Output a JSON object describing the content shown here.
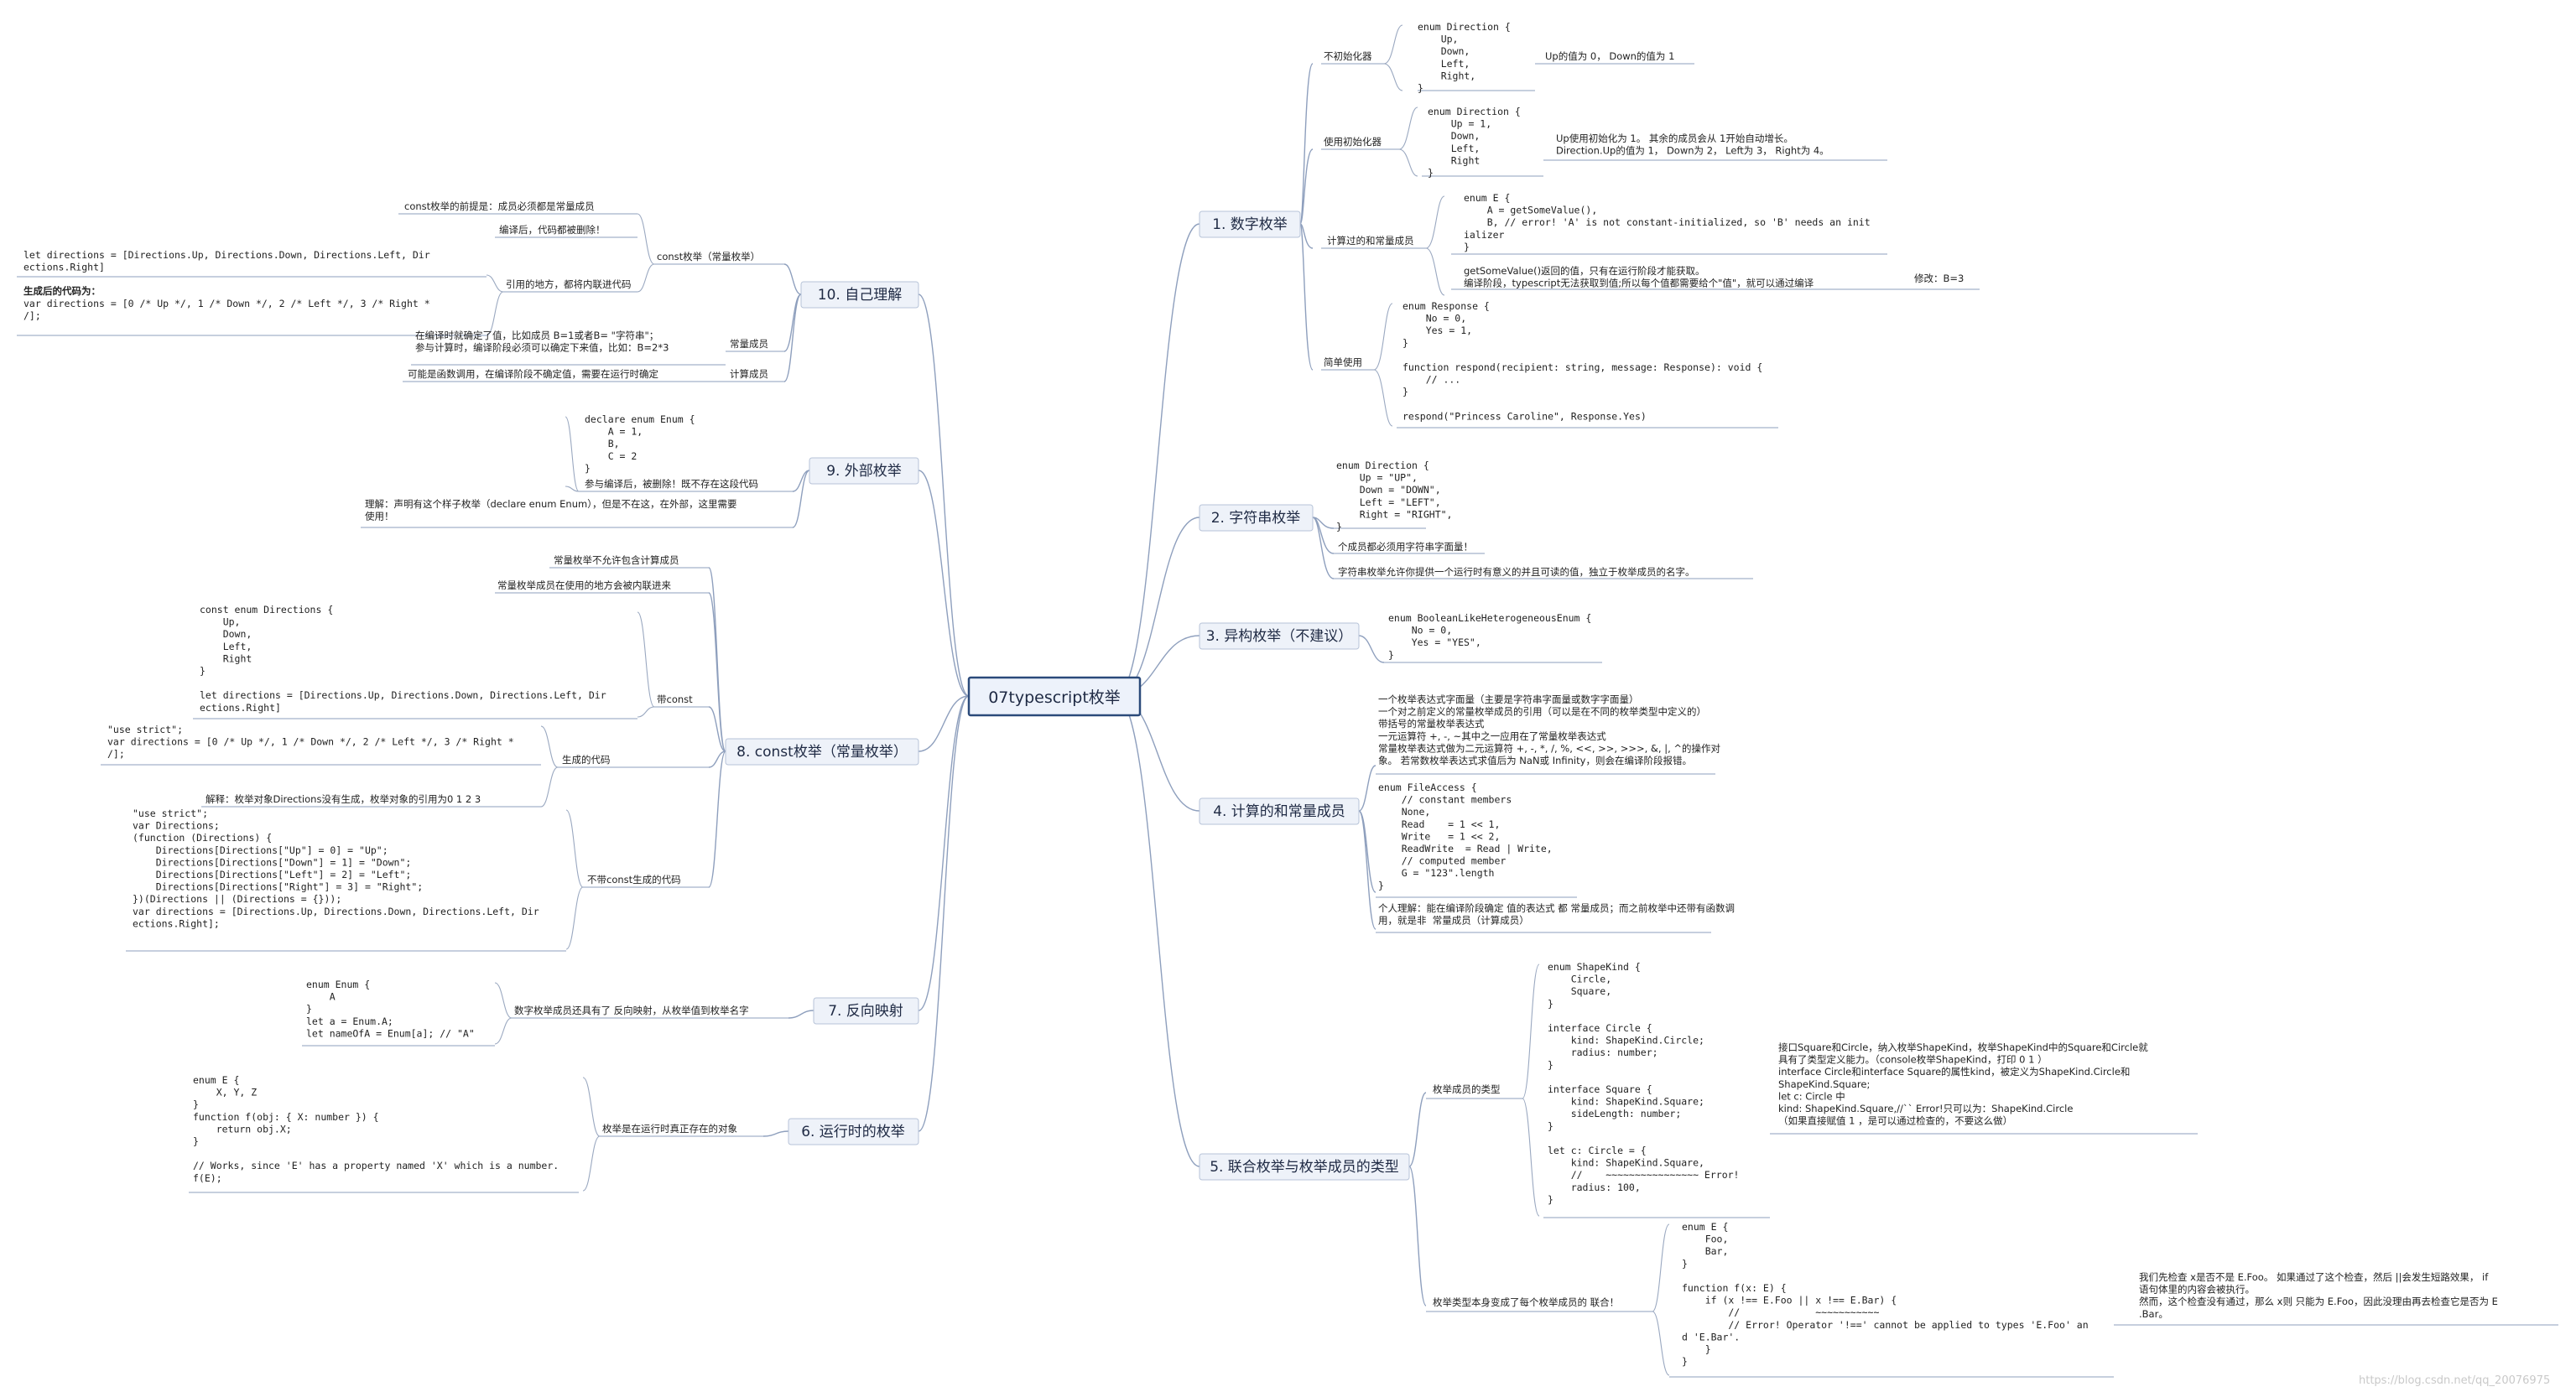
{
  "root": "07typescript枚举",
  "topics": {
    "t1": "1. 数字枚举",
    "t2": "2. 字符串枚举",
    "t3": "3. 异构枚举（不建议）",
    "t4": "4. 计算的和常量成员",
    "t5": "5. 联合枚举与枚举成员的类型",
    "t6": "6. 运行时的枚举",
    "t7": "7. 反向映射",
    "t8": "8. const枚举（常量枚举）",
    "t9": "9. 外部枚举",
    "t10": "10. 自己理解"
  },
  "t1": {
    "a_label": "不初始化器",
    "a_code": [
      "enum Direction {",
      "    Up,",
      "    Down,",
      "    Left,",
      "    Right,",
      "}"
    ],
    "a_note": "Up的值为 0， Down的值为 1",
    "b_label": "使用初始化器",
    "b_code": [
      "enum Direction {",
      "    Up = 1,",
      "    Down,",
      "    Left,",
      "    Right",
      "}"
    ],
    "b_note": [
      "Up使用初始化为 1。 其余的成员会从 1开始自动增长。",
      "Direction.Up的值为 1， Down为 2， Left为 3， Right为 4。"
    ],
    "c_label": "计算过的和常量成员",
    "c_code": [
      "enum E {",
      "    A = getSomeValue(),",
      "    B, // error! 'A' is not constant-initialized, so 'B' needs an init",
      "ializer",
      "}"
    ],
    "c_note": [
      "getSomeValue()返回的值，只有在运行阶段才能获取。",
      "编译阶段，typescript无法获取到值;所以每个值都需要给个\"值\"，就可以通过编译"
    ],
    "c_tip": "修改：B=3",
    "d_label": "简单使用",
    "d_code": [
      "enum Response {",
      "    No = 0,",
      "    Yes = 1,",
      "}",
      "",
      "function respond(recipient: string, message: Response): void {",
      "    // ...",
      "}",
      "",
      "respond(\"Princess Caroline\", Response.Yes)"
    ]
  },
  "t2": {
    "code": [
      "enum Direction {",
      "    Up = \"UP\",",
      "    Down = \"DOWN\",",
      "    Left = \"LEFT\",",
      "    Right = \"RIGHT\",",
      "}"
    ],
    "n1": "个成员都必须用字符串字面量！",
    "n2": "字符串枚举允许你提供一个运行时有意义的并且可读的值，独立于枚举成员的名字。"
  },
  "t3": {
    "code": [
      "enum BooleanLikeHeterogeneousEnum {",
      "    No = 0,",
      "    Yes = \"YES\",",
      "}"
    ]
  },
  "t4": {
    "n1": [
      "一个枚举表达式字面量（主要是字符串字面量或数字字面量）",
      "一个对之前定义的常量枚举成员的引用（可以是在不同的枚举类型中定义的）",
      "带括号的常量枚举表达式",
      "一元运算符 +, -, ~其中之一应用在了常量枚举表达式",
      "常量枚举表达式做为二元运算符 +, -, *, /, %, <<, >>, >>>, &, |, ^的操作对",
      "象。 若常数枚举表达式求值后为 NaN或 Infinity，则会在编译阶段报错。"
    ],
    "code": [
      "enum FileAccess {",
      "    // constant members",
      "    None,",
      "    Read    = 1 << 1,",
      "    Write   = 1 << 2,",
      "    ReadWrite  = Read | Write,",
      "    // computed member",
      "    G = \"123\".length",
      "}"
    ],
    "n2": [
      "个人理解：能在编译阶段确定 值的表达式 都 常量成员；而之前枚举中还带有函数调",
      "用，就是非  常量成员（计算成员）"
    ]
  },
  "t5": {
    "a_label": "枚举成员的类型",
    "a_code": [
      "enum ShapeKind {",
      "    Circle,",
      "    Square,",
      "}",
      "",
      "interface Circle {",
      "    kind: ShapeKind.Circle;",
      "    radius: number;",
      "}",
      "",
      "interface Square {",
      "    kind: ShapeKind.Square;",
      "    sideLength: number;",
      "}",
      "",
      "let c: Circle = {",
      "    kind: ShapeKind.Square,",
      "    //    ~~~~~~~~~~~~~~~~ Error!",
      "    radius: 100,",
      "}"
    ],
    "a_note": [
      "接口Square和Circle，纳入枚举ShapeKind，枚举ShapeKind中的Square和Circle就",
      "具有了类型定义能力。（console枚举ShapeKind，打印 0 1 ）",
      "interface Circle和interface Square的属性kind，被定义为ShapeKind.Circle和",
      "ShapeKind.Square;",
      "let c: Circle 中",
      "kind: ShapeKind.Square,//`` Error!只可以为：ShapeKind.Circle",
      "（如果直接赋值 1 ，是可以通过检查的，不要这么做）"
    ],
    "b_label": "枚举类型本身变成了每个枚举成员的 联合！",
    "b_code": [
      "enum E {",
      "    Foo,",
      "    Bar,",
      "}",
      "",
      "function f(x: E) {",
      "    if (x !== E.Foo || x !== E.Bar) {",
      "        //             ~~~~~~~~~~~",
      "        // Error! Operator '!==' cannot be applied to types 'E.Foo' an",
      "d 'E.Bar'.",
      "    }",
      "}"
    ],
    "b_note": [
      "我们先检查 x是否不是 E.Foo。 如果通过了这个检查，然后 ||会发生短路效果， if",
      "语句体里的内容会被执行。",
      "然而，这个检查没有通过，那么 x则 只能为 E.Foo，因此没理由再去检查它是否为 E",
      ".Bar。"
    ]
  },
  "t6": {
    "label": "枚举是在运行时真正存在的对象",
    "code": [
      "enum E {",
      "    X, Y, Z",
      "}",
      "function f(obj: { X: number }) {",
      "    return obj.X;",
      "}",
      "",
      "// Works, since 'E' has a property named 'X' which is a number.",
      "f(E);"
    ]
  },
  "t7": {
    "label": "数字枚举成员还具有了 反向映射，从枚举值到枚举名字",
    "code": [
      "enum Enum {",
      "    A",
      "}",
      "let a = Enum.A;",
      "let nameOfA = Enum[a]; // \"A\""
    ]
  },
  "t8": {
    "n1": "常量枚举不允许包含计算成员",
    "n2": "常量枚举成员在使用的地方会被内联进来",
    "a_label": "带const",
    "a_code": [
      "const enum Directions {",
      "    Up,",
      "    Down,",
      "    Left,",
      "    Right",
      "}",
      "",
      "let directions = [Directions.Up, Directions.Down, Directions.Left, Dir",
      "ections.Right]"
    ],
    "b_label": "生成的代码",
    "b_code": [
      "\"use strict\";",
      "var directions = [0 /* Up */, 1 /* Down */, 2 /* Left */, 3 /* Right *",
      "/];"
    ],
    "b_note": "解释：枚举对象Directions没有生成，枚举对象的引用为0 1 2 3",
    "c_label": "不带const生成的代码",
    "c_code": [
      "\"use strict\";",
      "var Directions;",
      "(function (Directions) {",
      "    Directions[Directions[\"Up\"] = 0] = \"Up\";",
      "    Directions[Directions[\"Down\"] = 1] = \"Down\";",
      "    Directions[Directions[\"Left\"] = 2] = \"Left\";",
      "    Directions[Directions[\"Right\"] = 3] = \"Right\";",
      "})(Directions || (Directions = {}));",
      "var directions = [Directions.Up, Directions.Down, Directions.Left, Dir",
      "ections.Right];"
    ]
  },
  "t9": {
    "code": [
      "declare enum Enum {",
      "    A = 1,",
      "    B,",
      "    C = 2",
      "}"
    ],
    "n1": "参与编译后，被删除！既不存在这段代码",
    "n2": [
      "理解：声明有这个样子枚举（declare enum Enum），但是不在这，在外部，这里需要",
      "使用！"
    ]
  },
  "t10": {
    "label": "const枚举（常量枚举）",
    "n1": "const枚举的前提是：成员必须都是常量成员",
    "n2": "编译后，代码都被删除！",
    "n3": "引用的地方，都将内联进代码",
    "code": [
      "let directions = [Directions.Up, Directions.Down, Directions.Left, Dir",
      "ections.Right]"
    ],
    "gen_title": "生成后的代码为：",
    "gen_code": [
      "var directions = [0 /* Up */, 1 /* Down */, 2 /* Left */, 3 /* Right *",
      "/];"
    ],
    "b_label": "常量成员",
    "b_note": [
      "在编译时就确定了值，比如成员 B=1或者B= \"字符串\"；",
      "参与计算时，编译阶段必须可以确定下来值，比如：B=2*3"
    ],
    "c_label": "计算成员",
    "c_note": "可能是函数调用，在编译阶段不确定值，需要在运行时确定"
  },
  "watermark": "https://blog.csdn.net/qq_20076975"
}
